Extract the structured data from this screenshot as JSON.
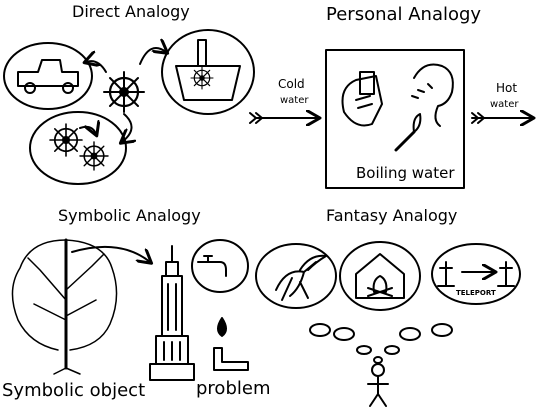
{
  "quadrants": {
    "direct": {
      "title": "Direct Analogy"
    },
    "personal": {
      "title": "Personal Analogy",
      "input_label_line1": "Cold",
      "input_label_line2": "water",
      "output_label_line1": "Hot",
      "output_label_line2": "water",
      "caption": "Boiling water"
    },
    "symbolic": {
      "title": "Symbolic Analogy",
      "left_caption": "Symbolic object",
      "right_caption": "problem"
    },
    "fantasy": {
      "title": "Fantasy Analogy",
      "teleport_label": "TELEPORT"
    }
  }
}
